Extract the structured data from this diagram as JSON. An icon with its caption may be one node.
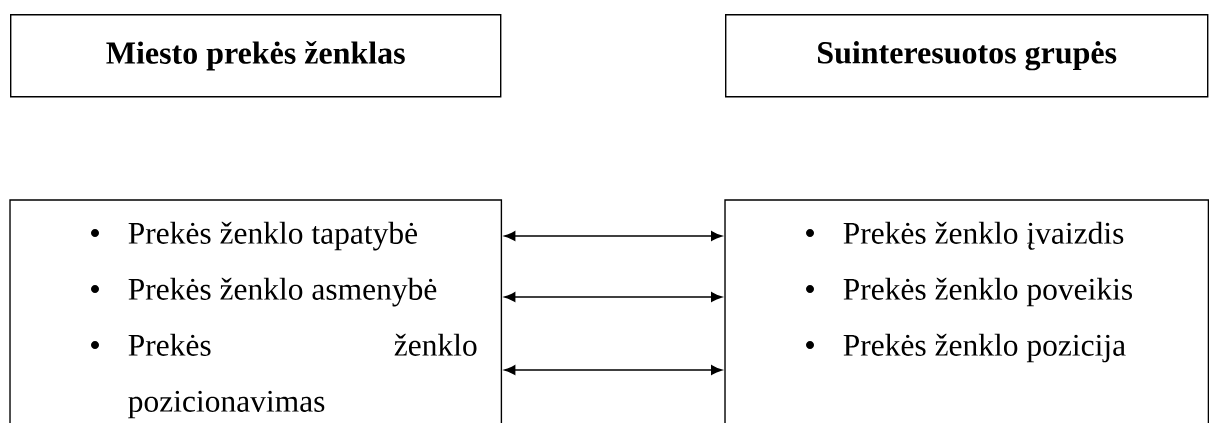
{
  "diagram": {
    "nodes": [
      {
        "text": [
          "Miesto prekės ženklas"
        ]
      },
      {
        "text": [
          "Suinteresuotos grupės"
        ]
      },
      {
        "text": [
          "Prekės ženklo tapatybė",
          "Prekės ženklo asmenybė",
          "Prekės ženklo pozicionavimas"
        ]
      },
      {
        "text": [
          "Prekės ženklo įvaizdis",
          "Prekės ženklo poveikis",
          "Prekės ženklo pozicija"
        ]
      }
    ],
    "edges": [
      {
        "from": 2,
        "to": 3,
        "arrow": "both"
      },
      {
        "from": 2,
        "to": 3,
        "arrow": "both"
      },
      {
        "from": 2,
        "to": 3,
        "arrow": "both"
      }
    ]
  }
}
